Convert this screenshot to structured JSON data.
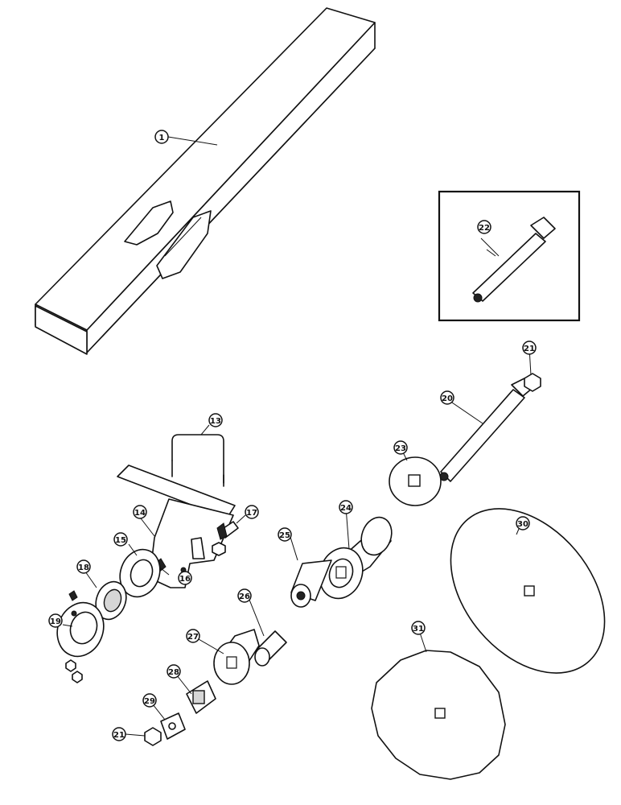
{
  "callouts": {
    "c1": "1",
    "c13": "13",
    "c14": "14",
    "c15": "15",
    "c16": "16",
    "c17": "17",
    "c18": "18",
    "c19": "19",
    "c20": "20",
    "c21a": "21",
    "c21b": "21",
    "c22": "22",
    "c23": "23",
    "c24": "24",
    "c25": "25",
    "c26": "26",
    "c27": "27",
    "c28": "28",
    "c29": "29",
    "c30": "30",
    "c31": "31"
  }
}
